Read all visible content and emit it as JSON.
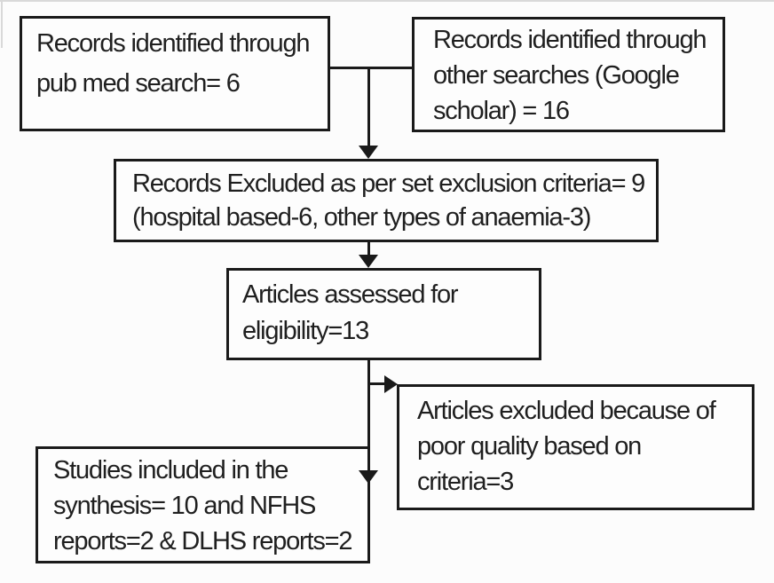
{
  "figure": {
    "type": "study-selection-flow-diagram"
  },
  "colors": {
    "background": "#fcfcfc",
    "box_border": "#1a1a1a",
    "text": "#1f1f1f",
    "connector": "#1a1a1a",
    "scan_artifact": "#d9d9d9"
  },
  "nodes": {
    "records_pubmed": {
      "text": "Records identified through\npub med search= 6"
    },
    "records_other_searches": {
      "text": "Records identified through\nother searches (Google\nscholar) = 16"
    },
    "records_excluded": {
      "text": "Records Excluded as per set exclusion criteria= 9\n(hospital based-6, other types of anaemia-3)"
    },
    "articles_assessed": {
      "text": "Articles assessed for\neligibility=13"
    },
    "articles_excluded_quality": {
      "text": "Articles excluded because of\npoor quality based on\ncriteria=3"
    },
    "studies_included": {
      "text": "Studies included in the\nsynthesis= 10 and NFHS\nreports=2 & DLHS reports=2"
    }
  },
  "counts": {
    "pubmed_search": 6,
    "other_searches_google_scholar": 16,
    "records_excluded": 9,
    "hospital_based": 6,
    "other_types_of_anaemia": 3,
    "assessed_for_eligibility": 13,
    "excluded_poor_quality": 3,
    "included_in_synthesis": 10,
    "nfhs_reports": 2,
    "dlhs_reports": 2
  },
  "edges": [
    {
      "from": "records_pubmed",
      "to": "records_excluded",
      "style": "down-arrow via merge with records_other_searches"
    },
    {
      "from": "records_other_searches",
      "to": "records_excluded",
      "style": "down-arrow via merge with records_pubmed"
    },
    {
      "from": "records_excluded",
      "to": "articles_assessed",
      "style": "down-arrow"
    },
    {
      "from": "articles_assessed",
      "to": "articles_excluded_quality",
      "style": "right-arrow branch"
    },
    {
      "from": "articles_assessed",
      "to": "studies_included",
      "style": "down-arrow"
    }
  ]
}
